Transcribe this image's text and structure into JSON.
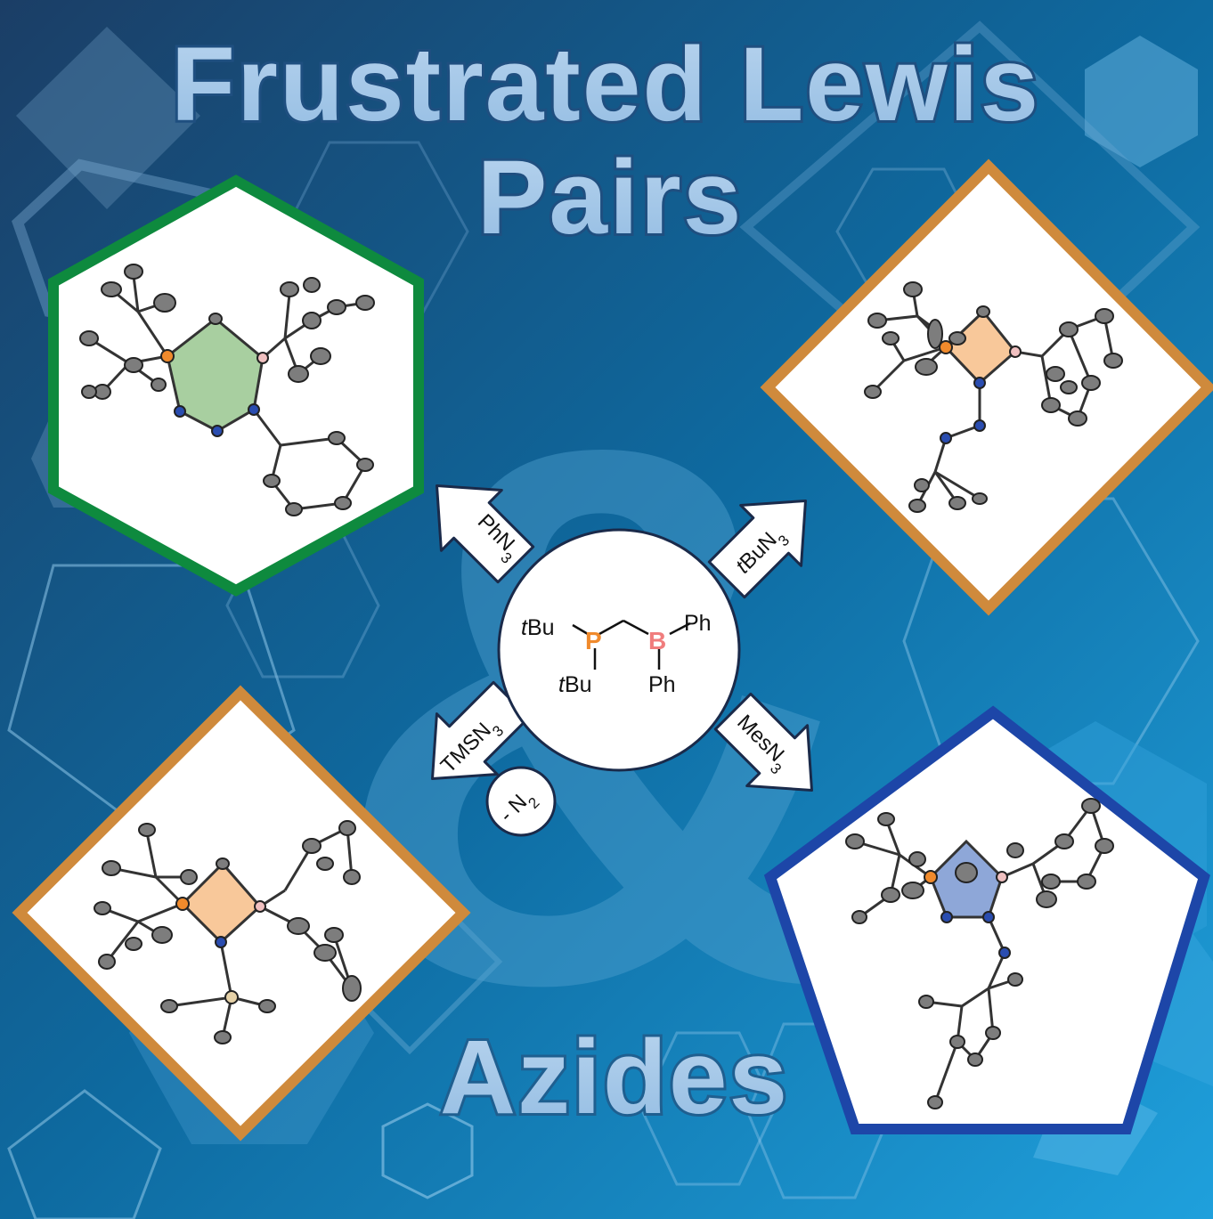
{
  "title": {
    "line1": "Frustrated Lewis",
    "line2": "Pairs",
    "ampersand": "&",
    "bottom": "Azides"
  },
  "molecule": {
    "p_label": "P",
    "b_label": "B",
    "p_sub_left_italic": "t",
    "p_sub_left": "Bu",
    "p_sub_down_italic": "t",
    "p_sub_down": "Bu",
    "b_sub_right": "Ph",
    "b_sub_down": "Ph"
  },
  "reagents": {
    "top_left": {
      "main": "PhN",
      "sub": "3"
    },
    "top_right": {
      "italic": "t",
      "main": "BuN",
      "sub": "3"
    },
    "bottom_left": {
      "main": "TMSN",
      "sub": "3"
    },
    "bottom_right": {
      "main": "MesN",
      "sub": "3"
    },
    "byproduct": {
      "prefix": "- N",
      "sub": "2"
    }
  },
  "colors": {
    "bg_dark": "#1b3e66",
    "bg_mid": "#0e6aa0",
    "bg_light": "#1fa0dc",
    "title_fill": "#a9c8e6",
    "phosphorus": "#f08a2c",
    "boron": "#f07d7d",
    "frame_green": "#0e8a3e",
    "frame_orange": "#cf8a3c",
    "frame_blue": "#1d46a8",
    "ring_green": "#a8cfa0",
    "ring_orange": "#f8c89a",
    "ring_blue": "#8ea7d8"
  }
}
